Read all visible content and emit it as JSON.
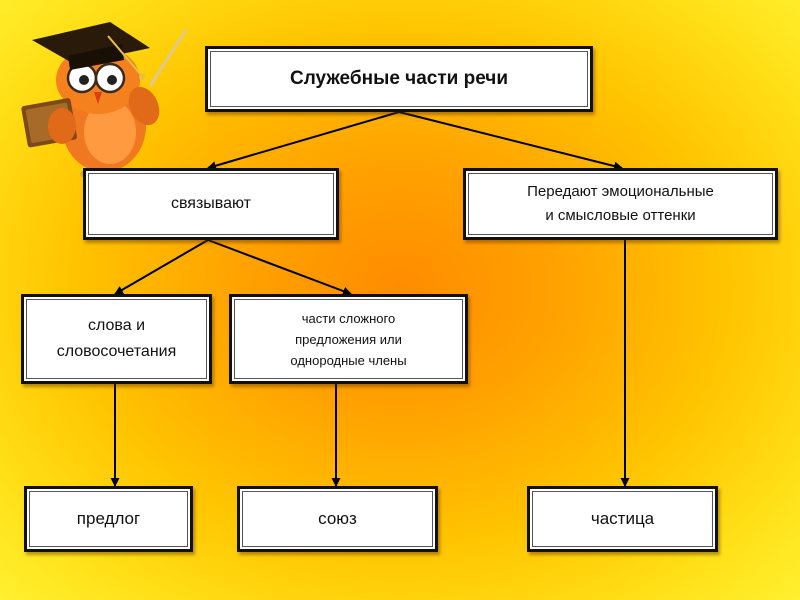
{
  "diagram": {
    "root": "Служебные части речи",
    "level1": {
      "connect": "связывают",
      "shades": [
        "Передают эмоциональные",
        "и смысловые оттенки"
      ]
    },
    "level2": {
      "words": [
        "слова и",
        "словосочетания"
      ],
      "parts": [
        "части сложного",
        "предложения или",
        "однородные члены"
      ]
    },
    "level3": {
      "preposition": "предлог",
      "conjunction": "союз",
      "particle": "частица"
    }
  },
  "colors": {
    "background_center": "#ff8c00",
    "background_edge": "#fff030",
    "box_fill": "#ffffff",
    "box_border": "#111111",
    "arrow": "#000000",
    "owl_body": "#f07820"
  },
  "mascot": {
    "icon": "owl-teacher-icon"
  }
}
